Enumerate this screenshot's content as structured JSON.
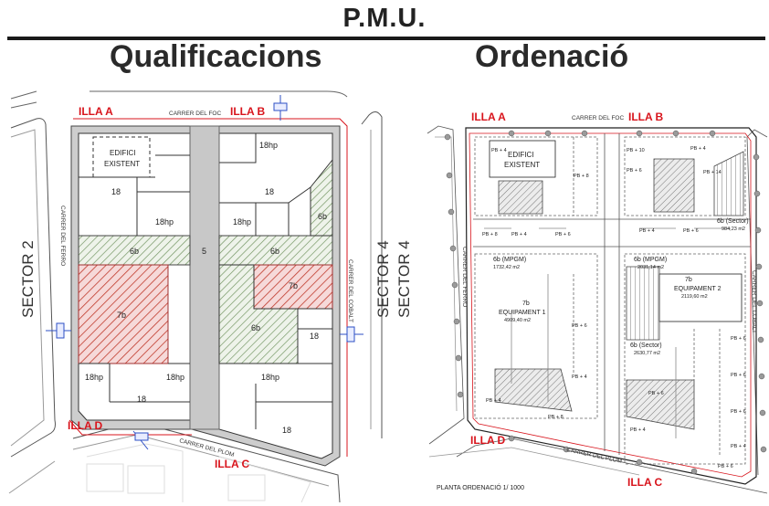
{
  "header": {
    "title": "P.M.U.",
    "left_heading": "Qualificacions",
    "right_heading": "Ordenació"
  },
  "left_plan": {
    "blocks": {
      "illa_a": "ILLA  A",
      "illa_b": "ILLA  B",
      "illa_c": "ILLA  C",
      "illa_d": "ILLA  D"
    },
    "streets": {
      "foc": "CARRER  DEL FOC",
      "plom": "CARRER DEL PLOM",
      "ferro": "CARRER DEL FERRO",
      "cobalt": "CARRER DEL COBALT"
    },
    "sectors": {
      "s2": "SECTOR 2",
      "s4": "SECTOR 4"
    },
    "existing_building": "EDIFICI EXISTENT",
    "zones": {
      "z18_a": "18",
      "z18hp_a": "18hp",
      "z18hp_b": "18hp",
      "z18_b": "18",
      "z6b_right_top": "6b",
      "z6b_strip_l": "6b",
      "z6b_strip_r": "6b",
      "z5": "5",
      "z7b_l": "7b",
      "z7b_r": "7b",
      "z6b_lower": "6b",
      "z18_c": "18",
      "z18hp_c": "18hp",
      "z18hp_d": "18hp",
      "z18_d": "18",
      "z18hp_e": "18hp",
      "z18_e": "18"
    }
  },
  "right_plan": {
    "blocks": {
      "illa_a": "ILLA  A",
      "illa_b": "ILLA  B",
      "illa_c": "ILLA  C",
      "illa_d": "ILLA  D"
    },
    "streets": {
      "foc": "CARRER  DEL FOC",
      "plom": "CARRER DEL PLOM",
      "ferro": "CARRER DEL FERRO",
      "cobalt": "CARRER DEL COBALT"
    },
    "sectors": {
      "s4": "SECTOR 4"
    },
    "existing_building": "EDIFICI EXISTENT",
    "floors": {
      "pb4": "PB + 4",
      "pb6": "PB + 6",
      "pb8": "PB + 8",
      "pb10": "PB + 10",
      "pb14": "PB + 14"
    },
    "zones": {
      "mpgm_l": "6b (MPGM)",
      "mpgm_l_area": "1732,42 m2",
      "mpgm_r": "6b (MPGM)",
      "mpgm_r_area": "2031,14 m2",
      "sector_top": "6b (Sector)",
      "sector_top_area": "984,23 m2",
      "eq1_code": "7b",
      "eq1": "EQUIPAMENT 1",
      "eq1_area": "4909,40 m2",
      "eq2_code": "7b",
      "eq2": "EQUIPAMENT 2",
      "eq2_area": "2119,60 m2",
      "sector_low": "6b (Sector)",
      "sector_low_area": "2630,77 m2"
    },
    "caption": "PLANTA ORDENACIÓ  1/ 1000"
  },
  "colors": {
    "red_label": "#d8141c",
    "hatch_red": "#c0392b",
    "hatch_green": "#6b8f5a",
    "road_gray": "#c8c8c8",
    "marker_blue": "#2d4fc4"
  }
}
